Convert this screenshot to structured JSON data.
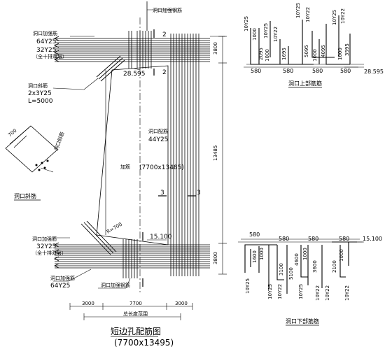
{
  "top_center_label": "洞口加强钢筋",
  "top_left_label_1": "洞口加强筋",
  "top_left_label_2": "64Y25",
  "top_left_label_3": "32Y25",
  "top_left_label_4": "（全十排双层）",
  "mid_left_label_1": "洞口斜筋",
  "mid_left_label_2": "2x3Y25",
  "mid_left_label_3": "L=5000",
  "elev_top_mid": "28.595",
  "section_mark_2a": "2",
  "section_mark_2b": "2",
  "section_mark_3a": "3",
  "section_mark_3b": "3",
  "right_side_dim_top": "3800",
  "right_side_dim_mid": "13485",
  "right_side_dim_bot": "3800",
  "inner_label_1": "洞口配筋",
  "inner_label_2": "44Y25",
  "inner_label_3": "加筋",
  "opening_size": "(7700x13485)",
  "radius_label": "R=700",
  "bot_left_label_1": "洞口加强筋",
  "bot_left_label_2": "32Y25",
  "bot_left_label_3": "（全十排双层）",
  "bot_left_label_4": "洞口加强筋",
  "bot_left_label_5": "64Y25",
  "bot_center_label": "洞口加强钢筋",
  "elev_bot": "15.100",
  "bottom_dim_1": "3000",
  "bottom_dim_2": "7700",
  "bottom_dim_3": "3000",
  "bottom_dim_total": "总长度范围",
  "main_title": "短边孔配筋图",
  "main_subtitle": "(7700x13495)",
  "left_detail_dim": "700",
  "left_detail_label": "洞口斜筋",
  "left_detail_title": "洞口斜筋",
  "ru_bar_1": "10Y25",
  "ru_bar_2": "10Y25",
  "ru_bar_3": "10Y22",
  "ru_bar_4": "10Y25",
  "ru_bar_5": "10Y22",
  "ru_bar_6": "10Y25",
  "ru_bar_7": "10Y22",
  "ru_len_1": "1000",
  "ru_len_2": "2095",
  "ru_len_3": "1000",
  "ru_len_4": "1695",
  "ru_len_5": "5095",
  "ru_len_6": "1000",
  "ru_len_7": "4095",
  "ru_len_8": "1000",
  "ru_len_9": "3595",
  "ru_base_1": "580",
  "ru_base_2": "580",
  "ru_base_3": "580",
  "ru_base_4": "580",
  "ru_elev": "28.595",
  "ru_title": "洞口上部筋筋",
  "rl_top_1": "580",
  "rl_top_2": "580",
  "rl_top_3": "580",
  "rl_top_4": "580",
  "rl_elev": "15.100",
  "rl_len_1": "1600",
  "rl_len_2": "1000",
  "rl_len_3": "3100",
  "rl_len_4": "5100",
  "rl_len_5": "4600",
  "rl_len_6": "1000",
  "rl_len_7": "3600",
  "rl_len_8": "2100",
  "rl_len_9": "1000",
  "rl_bar_1": "10Y25",
  "rl_bar_2": "10Y25",
  "rl_bar_3": "10Y22",
  "rl_bar_4": "10Y25",
  "rl_bar_5": "10Y22",
  "rl_bar_6": "10Y22",
  "rl_bar_7": "10Y22",
  "rl_title": "洞口下部筋筋"
}
